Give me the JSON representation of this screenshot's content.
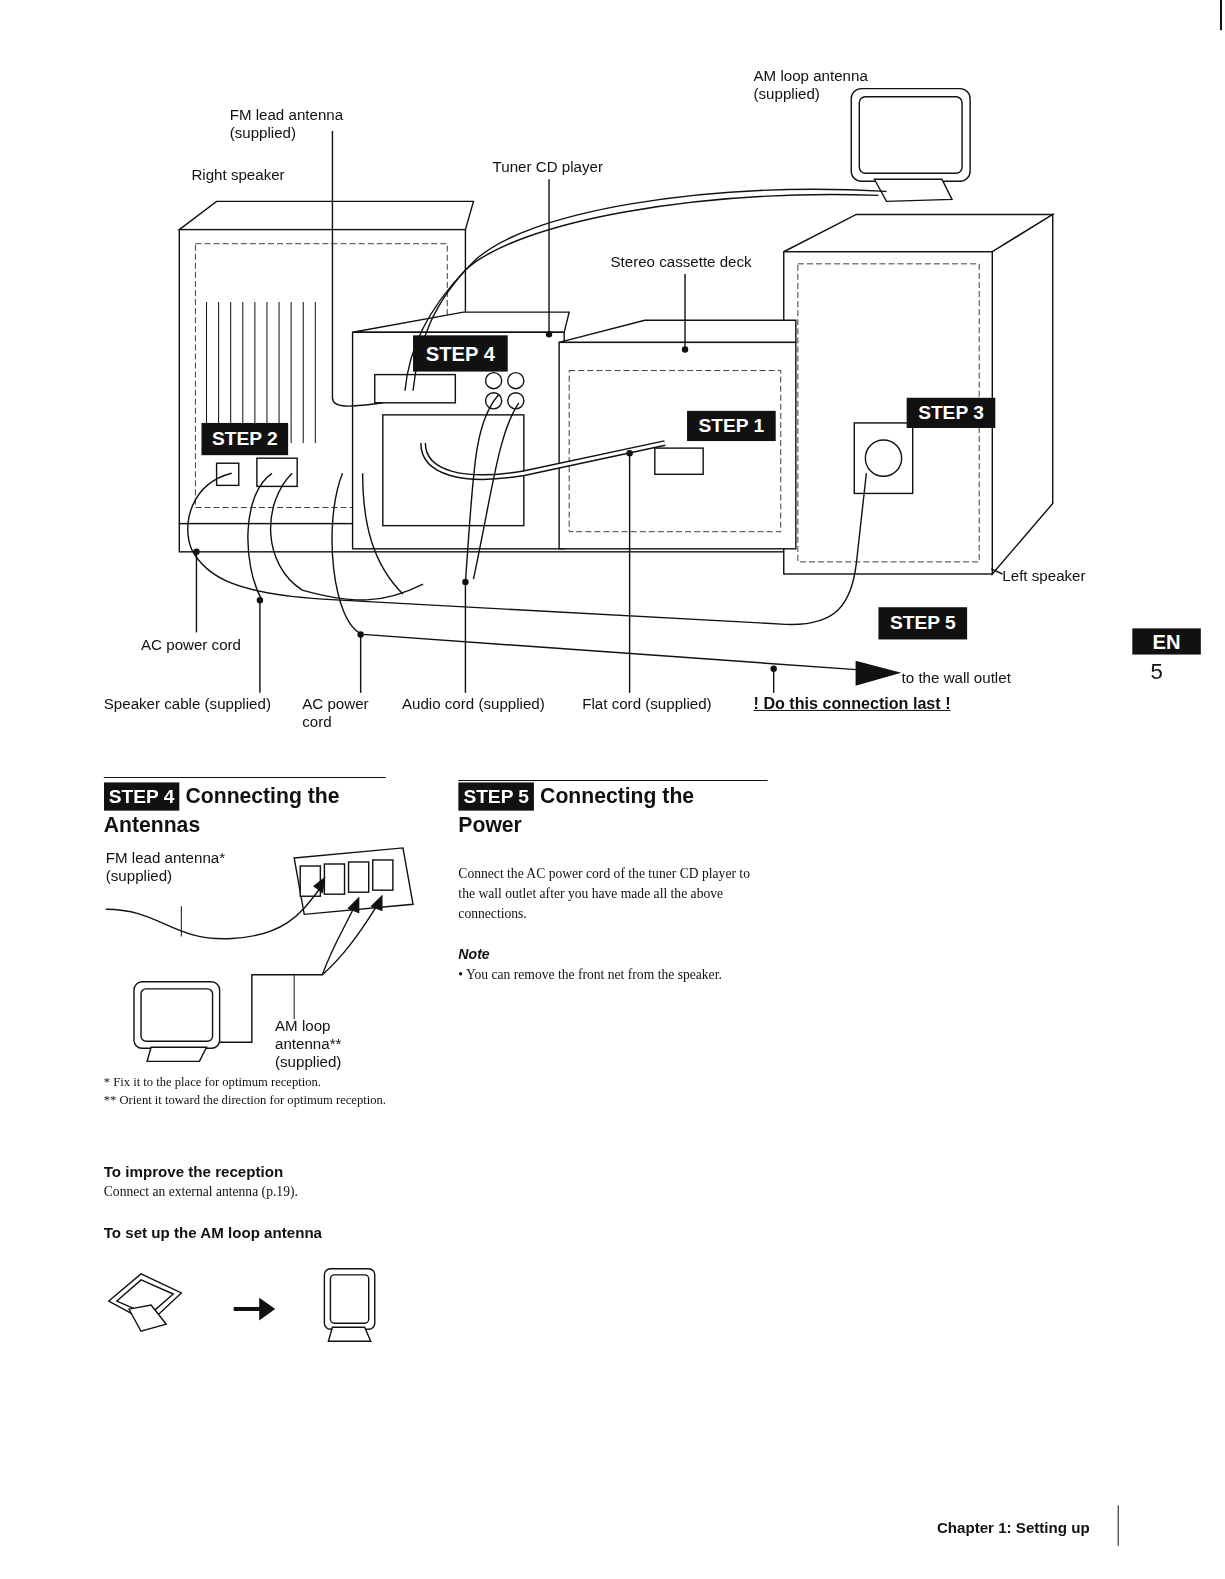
{
  "diagram": {
    "nodes": [
      {
        "text": [
          "STEP 4"
        ]
      },
      {
        "text": [
          "STEP 3"
        ]
      },
      {
        "text": [
          "STEP 1"
        ]
      },
      {
        "text": [
          "STEP 2"
        ]
      },
      {
        "text": [
          "STEP 5"
        ]
      },
      {
        "text": [
          "EN"
        ]
      },
      {
        "text": [
          "STEP 4",
          "Connecting the Antennas"
        ]
      },
      {
        "text": [
          "STEP 5",
          "Connecting the Power"
        ]
      }
    ],
    "labels": [
      "AM loop antenna (supplied)",
      "FM lead antenna (supplied)",
      "Tuner CD player",
      "Right speaker",
      "Stereo cassette deck",
      "Left speaker",
      "AC power cord",
      "to the wall outlet",
      "Speaker cable (supplied)",
      "AC power cord",
      "Audio cord (supplied)",
      "Flat cord (supplied)",
      "! Do this connection last !",
      "5",
      "FM lead antenna* (supplied)",
      "AM loop antenna** (supplied)",
      "* Fix it to the place for optimum reception.",
      "** Orient it toward the direction for optimum reception.",
      "To improve the reception",
      "Connect an external antenna (p.19).",
      "To set up the AM loop antenna",
      "Connect the AC power cord of the tuner CD player to the wall outlet after you have made all the above connections.",
      "Note",
      "• You can remove the front net from the speaker.",
      "Chapter 1: Setting up"
    ]
  }
}
